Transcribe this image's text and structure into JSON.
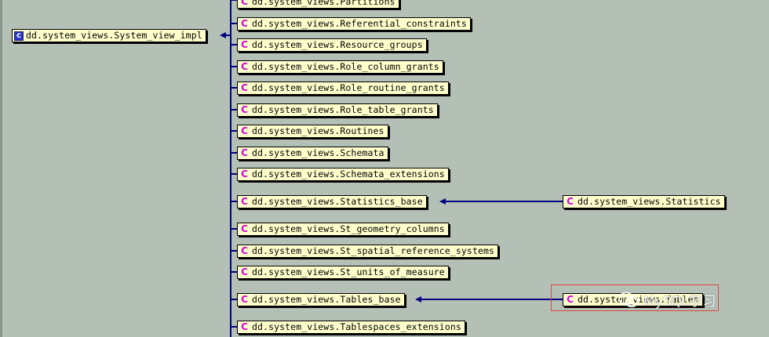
{
  "root_node": {
    "label": "dd.system_views.System_view_impl",
    "icon": "class-icon-blue"
  },
  "child_nodes": [
    {
      "label": "dd.system_views.Partitions"
    },
    {
      "label": "dd.system_views.Referential_constraints"
    },
    {
      "label": "dd.system_views.Resource_groups"
    },
    {
      "label": "dd.system_views.Role_column_grants"
    },
    {
      "label": "dd.system_views.Role_routine_grants"
    },
    {
      "label": "dd.system_views.Role_table_grants"
    },
    {
      "label": "dd.system_views.Routines"
    },
    {
      "label": "dd.system_views.Schemata"
    },
    {
      "label": "dd.system_views.Schemata_extensions"
    },
    {
      "label": "dd.system_views.Statistics_base"
    },
    {
      "label": "dd.system_views.St_geometry_columns"
    },
    {
      "label": "dd.system_views.St_spatial_reference_systems"
    },
    {
      "label": "dd.system_views.St_units_of_measure"
    },
    {
      "label": "dd.system_views.Tables_base"
    },
    {
      "label": "dd.system_views.Tablespaces_extensions"
    }
  ],
  "grandchild_nodes": [
    {
      "label": "dd.system_views.Statistics",
      "parent": "dd.system_views.Statistics_base"
    },
    {
      "label": "dd.system_views.Tables",
      "parent": "dd.system_views.Tables_base"
    }
  ],
  "watermark": {
    "text": "MySQL学习",
    "icon": "wechat-icon"
  },
  "colors": {
    "background": "#b4c0b6",
    "node_fill": "#ffffcc",
    "connector": "#000080",
    "class_icon": "#d900d9",
    "root_icon": "#2c36c8",
    "highlight": "#e0433f"
  }
}
